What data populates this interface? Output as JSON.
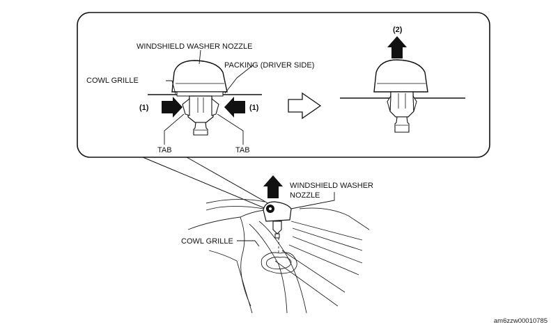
{
  "labels": {
    "nozzle_top": "WINDSHIELD WASHER NOZZLE",
    "packing": "PACKING (DRIVER SIDE)",
    "cowl_top": "COWL GRILLE",
    "step1_left": "(1)",
    "step1_right": "(1)",
    "step2": "(2)",
    "tab_left": "TAB",
    "tab_right": "TAB",
    "nozzle_bottom_line1": "WINDSHIELD WASHER",
    "nozzle_bottom_line2": "NOZZLE",
    "cowl_bottom": "COWL GRILLE"
  },
  "figure_code": "am6zzw00010785",
  "icons": {
    "push_arrow": "solid-black-arrow",
    "transition_arrow": "outlined-right-arrow",
    "lift_arrow": "solid-black-up-arrow"
  },
  "colors": {
    "line": "#111111",
    "background": "#ffffff"
  }
}
